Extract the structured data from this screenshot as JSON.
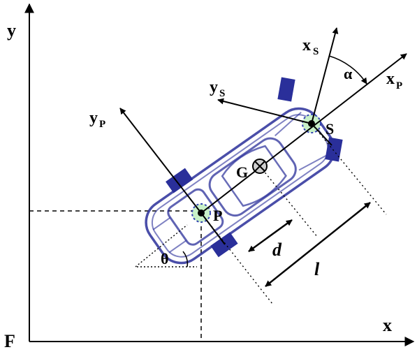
{
  "labels": {
    "frame_origin": "F",
    "x_axis": "x",
    "y_axis": "y",
    "xs_main": "x",
    "xs_sub": "S",
    "ys_main": "y",
    "ys_sub": "S",
    "xp_main": "x",
    "xp_sub": "P",
    "yp_main": "y",
    "yp_sub": "P",
    "steer_angle": "α",
    "heading_angle": "θ",
    "point_p": "P",
    "point_s": "S",
    "point_g": "G",
    "dist_d": "d",
    "dist_l": "l"
  },
  "colors": {
    "axes": "#000000",
    "vehicle_outline": "#2a2f9a",
    "wheel_fill": "#2a2f9a",
    "contact_fill": "#c8f0c8",
    "contact_dash": "#3040b0"
  },
  "icons": {
    "center_of_mass": "circle-cross-icon"
  }
}
